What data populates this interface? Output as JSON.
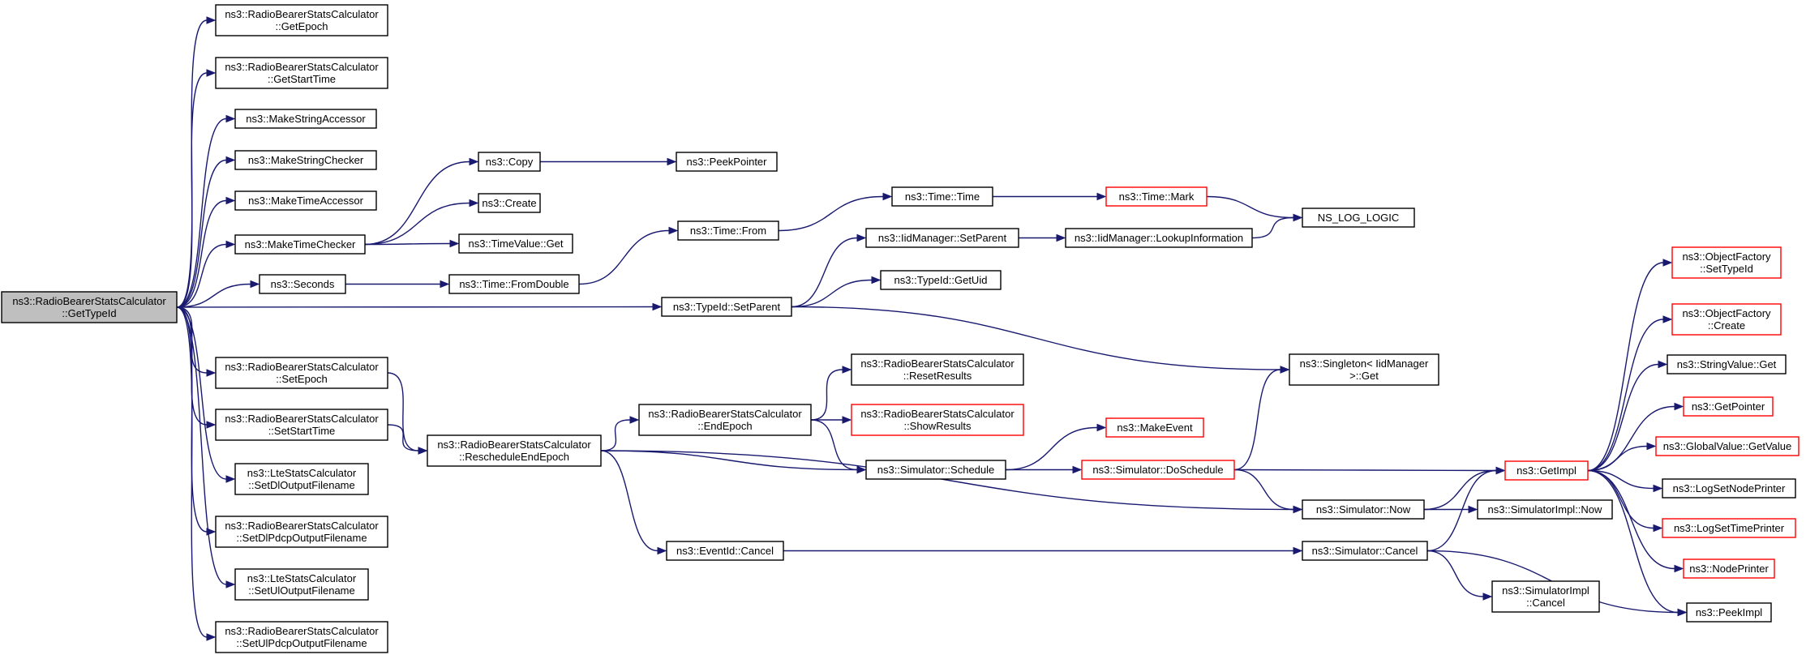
{
  "colors": {
    "edge": "#191970",
    "node_border": "#000000",
    "node_border_incomplete": "#ff0000",
    "root_fill": "#bfbfbf",
    "background": "#ffffff"
  },
  "nodes": [
    {
      "id": "root",
      "lines": [
        "ns3::RadioBearerStatsCalculator",
        "::GetTypeId"
      ],
      "root": true
    },
    {
      "id": "getepoch",
      "lines": [
        "ns3::RadioBearerStatsCalculator",
        "::GetEpoch"
      ]
    },
    {
      "id": "getstarttime",
      "lines": [
        "ns3::RadioBearerStatsCalculator",
        "::GetStartTime"
      ]
    },
    {
      "id": "makestringaccessor",
      "lines": [
        "ns3::MakeStringAccessor"
      ]
    },
    {
      "id": "makestringchecker",
      "lines": [
        "ns3::MakeStringChecker"
      ]
    },
    {
      "id": "maketimeaccessor",
      "lines": [
        "ns3::MakeTimeAccessor"
      ]
    },
    {
      "id": "maketimechecker",
      "lines": [
        "ns3::MakeTimeChecker"
      ]
    },
    {
      "id": "seconds",
      "lines": [
        "ns3::Seconds"
      ]
    },
    {
      "id": "setepoch",
      "lines": [
        "ns3::RadioBearerStatsCalculator",
        "::SetEpoch"
      ]
    },
    {
      "id": "setstarttime",
      "lines": [
        "ns3::RadioBearerStatsCalculator",
        "::SetStartTime"
      ]
    },
    {
      "id": "setdloutputfilename",
      "lines": [
        "ns3::LteStatsCalculator",
        "::SetDlOutputFilename"
      ]
    },
    {
      "id": "setdlpdcpoutputfilename",
      "lines": [
        "ns3::RadioBearerStatsCalculator",
        "::SetDlPdcpOutputFilename"
      ]
    },
    {
      "id": "setuloutputfilename",
      "lines": [
        "ns3::LteStatsCalculator",
        "::SetUlOutputFilename"
      ]
    },
    {
      "id": "setulpdcpoutputfilename",
      "lines": [
        "ns3::RadioBearerStatsCalculator",
        "::SetUlPdcpOutputFilename"
      ]
    },
    {
      "id": "copy",
      "lines": [
        "ns3::Copy"
      ]
    },
    {
      "id": "create",
      "lines": [
        "ns3::Create"
      ]
    },
    {
      "id": "timevalueget",
      "lines": [
        "ns3::TimeValue::Get"
      ]
    },
    {
      "id": "timefromdouble",
      "lines": [
        "ns3::Time::FromDouble"
      ]
    },
    {
      "id": "peekpointer",
      "lines": [
        "ns3::PeekPointer"
      ]
    },
    {
      "id": "timefrom",
      "lines": [
        "ns3::Time::From"
      ]
    },
    {
      "id": "typeidsetparent",
      "lines": [
        "ns3::TypeId::SetParent"
      ]
    },
    {
      "id": "timetime",
      "lines": [
        "ns3::Time::Time"
      ]
    },
    {
      "id": "iidmanagersetparent",
      "lines": [
        "ns3::IidManager::SetParent"
      ]
    },
    {
      "id": "typeidgetuid",
      "lines": [
        "ns3::TypeId::GetUid"
      ]
    },
    {
      "id": "timemark",
      "lines": [
        "ns3::Time::Mark"
      ],
      "red": true
    },
    {
      "id": "iidmanagerlookup",
      "lines": [
        "ns3::IidManager::LookupInformation"
      ]
    },
    {
      "id": "nslog",
      "lines": [
        "NS_LOG_LOGIC"
      ]
    },
    {
      "id": "singletonget",
      "lines": [
        "ns3::Singleton< IidManager",
        ">::Get"
      ]
    },
    {
      "id": "rescheduleendepoch",
      "lines": [
        "ns3::RadioBearerStatsCalculator",
        "::RescheduleEndEpoch"
      ]
    },
    {
      "id": "endepoch",
      "lines": [
        "ns3::RadioBearerStatsCalculator",
        "::EndEpoch"
      ]
    },
    {
      "id": "resetresults",
      "lines": [
        "ns3::RadioBearerStatsCalculator",
        "::ResetResults"
      ]
    },
    {
      "id": "showresults",
      "lines": [
        "ns3::RadioBearerStatsCalculator",
        "::ShowResults"
      ],
      "red": true
    },
    {
      "id": "simschedule",
      "lines": [
        "ns3::Simulator::Schedule"
      ]
    },
    {
      "id": "makeevent",
      "lines": [
        "ns3::MakeEvent"
      ],
      "red": true
    },
    {
      "id": "simdoschedule",
      "lines": [
        "ns3::Simulator::DoSchedule"
      ],
      "red": true
    },
    {
      "id": "simnow",
      "lines": [
        "ns3::Simulator::Now"
      ]
    },
    {
      "id": "simimplnow",
      "lines": [
        "ns3::SimulatorImpl::Now"
      ]
    },
    {
      "id": "eventidcancel",
      "lines": [
        "ns3::EventId::Cancel"
      ]
    },
    {
      "id": "simcancel",
      "lines": [
        "ns3::Simulator::Cancel"
      ]
    },
    {
      "id": "simimplcancel",
      "lines": [
        "ns3::SimulatorImpl",
        "::Cancel"
      ]
    },
    {
      "id": "getimpl",
      "lines": [
        "ns3::GetImpl"
      ],
      "red": true
    },
    {
      "id": "ofsettypeid",
      "lines": [
        "ns3::ObjectFactory",
        "::SetTypeId"
      ],
      "red": true
    },
    {
      "id": "ofcreate",
      "lines": [
        "ns3::ObjectFactory",
        "::Create"
      ],
      "red": true
    },
    {
      "id": "stringvalueget",
      "lines": [
        "ns3::StringValue::Get"
      ]
    },
    {
      "id": "getpointer",
      "lines": [
        "ns3::GetPointer"
      ],
      "red": true
    },
    {
      "id": "globalvalueget",
      "lines": [
        "ns3::GlobalValue::GetValue"
      ],
      "red": true
    },
    {
      "id": "logsetnodeprinter",
      "lines": [
        "ns3::LogSetNodePrinter"
      ]
    },
    {
      "id": "logsettimeprinter",
      "lines": [
        "ns3::LogSetTimePrinter"
      ],
      "red": true
    },
    {
      "id": "nodeprinter",
      "lines": [
        "ns3::NodePrinter"
      ],
      "red": true
    },
    {
      "id": "peekimpl",
      "lines": [
        "ns3::PeekImpl"
      ]
    }
  ],
  "edges": [
    [
      "root",
      "getepoch"
    ],
    [
      "root",
      "getstarttime"
    ],
    [
      "root",
      "makestringaccessor"
    ],
    [
      "root",
      "makestringchecker"
    ],
    [
      "root",
      "maketimeaccessor"
    ],
    [
      "root",
      "maketimechecker"
    ],
    [
      "root",
      "seconds"
    ],
    [
      "root",
      "typeidsetparent"
    ],
    [
      "root",
      "setepoch"
    ],
    [
      "root",
      "setstarttime"
    ],
    [
      "root",
      "setdloutputfilename"
    ],
    [
      "root",
      "setdlpdcpoutputfilename"
    ],
    [
      "root",
      "setuloutputfilename"
    ],
    [
      "root",
      "setulpdcpoutputfilename"
    ],
    [
      "maketimechecker",
      "copy"
    ],
    [
      "maketimechecker",
      "create"
    ],
    [
      "maketimechecker",
      "timevalueget"
    ],
    [
      "copy",
      "peekpointer"
    ],
    [
      "seconds",
      "timefromdouble"
    ],
    [
      "timefromdouble",
      "timefrom"
    ],
    [
      "timefrom",
      "timetime"
    ],
    [
      "timetime",
      "timemark"
    ],
    [
      "timemark",
      "nslog"
    ],
    [
      "typeidsetparent",
      "iidmanagersetparent"
    ],
    [
      "typeidsetparent",
      "typeidgetuid"
    ],
    [
      "typeidsetparent",
      "singletonget"
    ],
    [
      "iidmanagersetparent",
      "iidmanagerlookup"
    ],
    [
      "iidmanagerlookup",
      "nslog"
    ],
    [
      "setepoch",
      "rescheduleendepoch"
    ],
    [
      "setstarttime",
      "rescheduleendepoch"
    ],
    [
      "rescheduleendepoch",
      "endepoch"
    ],
    [
      "rescheduleendepoch",
      "simschedule"
    ],
    [
      "rescheduleendepoch",
      "simnow"
    ],
    [
      "rescheduleendepoch",
      "eventidcancel"
    ],
    [
      "endepoch",
      "resetresults"
    ],
    [
      "endepoch",
      "showresults"
    ],
    [
      "endepoch",
      "simschedule"
    ],
    [
      "simschedule",
      "makeevent"
    ],
    [
      "simschedule",
      "simdoschedule"
    ],
    [
      "simdoschedule",
      "singletonget"
    ],
    [
      "simdoschedule",
      "getimpl"
    ],
    [
      "simdoschedule",
      "simnow"
    ],
    [
      "simnow",
      "getimpl"
    ],
    [
      "simnow",
      "simimplnow"
    ],
    [
      "eventidcancel",
      "simcancel"
    ],
    [
      "simcancel",
      "getimpl"
    ],
    [
      "simcancel",
      "simimplcancel"
    ],
    [
      "simcancel",
      "peekimpl"
    ],
    [
      "getimpl",
      "ofsettypeid"
    ],
    [
      "getimpl",
      "ofcreate"
    ],
    [
      "getimpl",
      "stringvalueget"
    ],
    [
      "getimpl",
      "getpointer"
    ],
    [
      "getimpl",
      "globalvalueget"
    ],
    [
      "getimpl",
      "logsetnodeprinter"
    ],
    [
      "getimpl",
      "logsettimeprinter"
    ],
    [
      "getimpl",
      "nodeprinter"
    ],
    [
      "getimpl",
      "peekimpl"
    ]
  ]
}
